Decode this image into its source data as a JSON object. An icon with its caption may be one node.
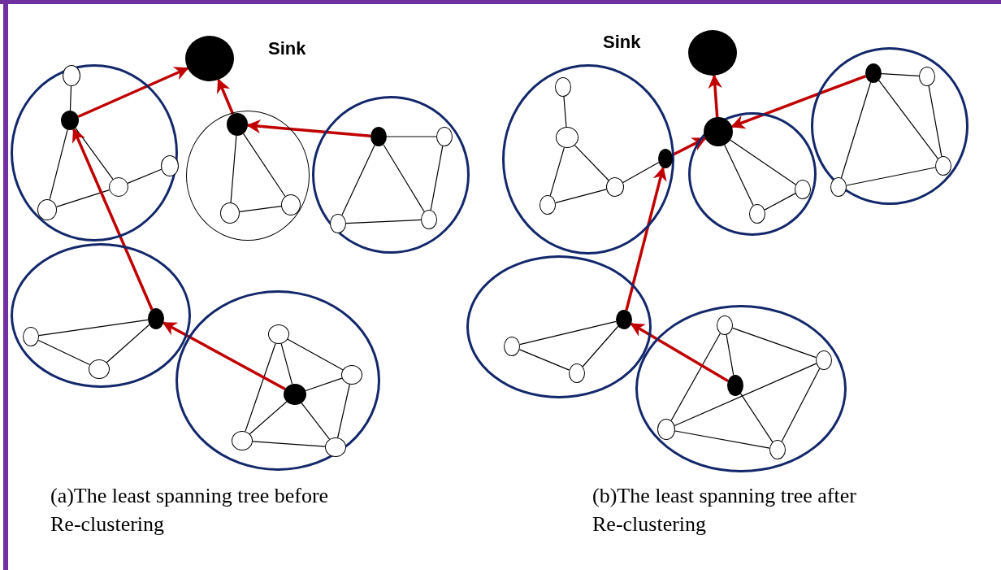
{
  "diagram": {
    "nodes": [
      {
        "text": [],
        "shape": "dot",
        "beside": [
          "Sink"
        ]
      },
      {
        "text": [],
        "shape": "circle"
      },
      {
        "text": [],
        "shape": "circle",
        "in": 1
      },
      {
        "text": [],
        "shape": "dot",
        "in": 1
      },
      {
        "text": [],
        "shape": "circle",
        "in": 1
      },
      {
        "text": [],
        "shape": "circle",
        "in": 1
      },
      {
        "text": [],
        "shape": "circle",
        "in": 1
      },
      {
        "text": [],
        "shape": "circle"
      },
      {
        "text": [],
        "shape": "dot",
        "in": 7
      },
      {
        "text": [],
        "shape": "circle",
        "in": 7
      },
      {
        "text": [],
        "shape": "circle",
        "in": 7
      },
      {
        "text": [],
        "shape": "circle"
      },
      {
        "text": [],
        "shape": "dot",
        "in": 11
      },
      {
        "text": [],
        "shape": "circle",
        "in": 11
      },
      {
        "text": [],
        "shape": "circle",
        "in": 11
      },
      {
        "text": [],
        "shape": "circle",
        "in": 11
      },
      {
        "text": [],
        "shape": "circle"
      },
      {
        "text": [],
        "shape": "dot",
        "in": 16
      },
      {
        "text": [],
        "shape": "circle",
        "in": 16
      },
      {
        "text": [],
        "shape": "circle",
        "in": 16
      },
      {
        "text": [],
        "shape": "circle"
      },
      {
        "text": [],
        "shape": "dot",
        "in": 20
      },
      {
        "text": [],
        "shape": "circle",
        "in": 20
      },
      {
        "text": [],
        "shape": "circle",
        "in": 20
      },
      {
        "text": [],
        "shape": "circle",
        "in": 20
      },
      {
        "text": [],
        "shape": "circle",
        "in": 20
      },
      {
        "text": [],
        "shape": "dot",
        "beside": [
          "Sink"
        ]
      },
      {
        "text": [],
        "shape": "circle"
      },
      {
        "text": [],
        "shape": "circle",
        "in": 27
      },
      {
        "text": [],
        "shape": "circle",
        "in": 27
      },
      {
        "text": [],
        "shape": "circle",
        "in": 27
      },
      {
        "text": [],
        "shape": "circle",
        "in": 27
      },
      {
        "text": [],
        "shape": "dot",
        "in": 27
      },
      {
        "text": [],
        "shape": "circle"
      },
      {
        "text": [],
        "shape": "dot",
        "in": 33
      },
      {
        "text": [],
        "shape": "circle",
        "in": 33
      },
      {
        "text": [],
        "shape": "circle",
        "in": 33
      },
      {
        "text": [],
        "shape": "circle"
      },
      {
        "text": [],
        "shape": "dot",
        "in": 37
      },
      {
        "text": [],
        "shape": "circle",
        "in": 37
      },
      {
        "text": [],
        "shape": "circle",
        "in": 37
      },
      {
        "text": [],
        "shape": "circle",
        "in": 37
      },
      {
        "text": [],
        "shape": "circle"
      },
      {
        "text": [],
        "shape": "dot",
        "in": 42
      },
      {
        "text": [],
        "shape": "circle",
        "in": 42
      },
      {
        "text": [],
        "shape": "circle",
        "in": 42
      },
      {
        "text": [],
        "shape": "circle"
      },
      {
        "text": [],
        "shape": "dot",
        "in": 46
      },
      {
        "text": [],
        "shape": "circle",
        "in": 46
      },
      {
        "text": [],
        "shape": "circle",
        "in": 46
      },
      {
        "text": [],
        "shape": "circle",
        "in": 46
      },
      {
        "text": [],
        "shape": "circle",
        "in": 46
      }
    ],
    "edges": [
      {
        "from": 2,
        "to": 3,
        "arrow": "none"
      },
      {
        "from": 3,
        "to": 6,
        "arrow": "none"
      },
      {
        "from": 3,
        "to": 4,
        "arrow": "none"
      },
      {
        "from": 6,
        "to": 4,
        "arrow": "none"
      },
      {
        "from": 4,
        "to": 5,
        "arrow": "none"
      },
      {
        "from": 8,
        "to": 9,
        "arrow": "none"
      },
      {
        "from": 8,
        "to": 10,
        "arrow": "none"
      },
      {
        "from": 9,
        "to": 10,
        "arrow": "none"
      },
      {
        "from": 12,
        "to": 13,
        "arrow": "none"
      },
      {
        "from": 12,
        "to": 14,
        "arrow": "none"
      },
      {
        "from": 12,
        "to": 15,
        "arrow": "none"
      },
      {
        "from": 13,
        "to": 15,
        "arrow": "none"
      },
      {
        "from": 14,
        "to": 15,
        "arrow": "none"
      },
      {
        "from": 17,
        "to": 18,
        "arrow": "none"
      },
      {
        "from": 18,
        "to": 19,
        "arrow": "none"
      },
      {
        "from": 19,
        "to": 17,
        "arrow": "none"
      },
      {
        "from": 22,
        "to": 21,
        "arrow": "none"
      },
      {
        "from": 22,
        "to": 23,
        "arrow": "none"
      },
      {
        "from": 22,
        "to": 24,
        "arrow": "none"
      },
      {
        "from": 21,
        "to": 23,
        "arrow": "none"
      },
      {
        "from": 21,
        "to": 24,
        "arrow": "none"
      },
      {
        "from": 21,
        "to": 25,
        "arrow": "none"
      },
      {
        "from": 23,
        "to": 25,
        "arrow": "none"
      },
      {
        "from": 24,
        "to": 25,
        "arrow": "none"
      },
      {
        "from": 3,
        "to": 0,
        "arrow": "to",
        "style": "thick",
        "color": "#c00000"
      },
      {
        "from": 8,
        "to": 0,
        "arrow": "to",
        "style": "thick",
        "color": "#c00000"
      },
      {
        "from": 12,
        "to": 8,
        "arrow": "to",
        "style": "thick",
        "color": "#c00000"
      },
      {
        "from": 17,
        "to": 3,
        "arrow": "to",
        "style": "thick",
        "color": "#c00000"
      },
      {
        "from": 21,
        "to": 17,
        "arrow": "to",
        "style": "thick",
        "color": "#c00000"
      },
      {
        "from": 28,
        "to": 29,
        "arrow": "none"
      },
      {
        "from": 29,
        "to": 30,
        "arrow": "none"
      },
      {
        "from": 29,
        "to": 31,
        "arrow": "none"
      },
      {
        "from": 31,
        "to": 30,
        "arrow": "none"
      },
      {
        "from": 30,
        "to": 32,
        "arrow": "none"
      },
      {
        "from": 34,
        "to": 35,
        "arrow": "none"
      },
      {
        "from": 34,
        "to": 36,
        "arrow": "none"
      },
      {
        "from": 35,
        "to": 36,
        "arrow": "none"
      },
      {
        "from": 38,
        "to": 39,
        "arrow": "none"
      },
      {
        "from": 38,
        "to": 40,
        "arrow": "none"
      },
      {
        "from": 38,
        "to": 41,
        "arrow": "none"
      },
      {
        "from": 39,
        "to": 40,
        "arrow": "none"
      },
      {
        "from": 41,
        "to": 40,
        "arrow": "none"
      },
      {
        "from": 43,
        "to": 44,
        "arrow": "none"
      },
      {
        "from": 44,
        "to": 45,
        "arrow": "none"
      },
      {
        "from": 45,
        "to": 43,
        "arrow": "none"
      },
      {
        "from": 48,
        "to": 47,
        "arrow": "none"
      },
      {
        "from": 48,
        "to": 49,
        "arrow": "none"
      },
      {
        "from": 48,
        "to": 50,
        "arrow": "none"
      },
      {
        "from": 49,
        "to": 50,
        "arrow": "none"
      },
      {
        "from": 47,
        "to": 51,
        "arrow": "none"
      },
      {
        "from": 49,
        "to": 51,
        "arrow": "none"
      },
      {
        "from": 50,
        "to": 51,
        "arrow": "none"
      },
      {
        "from": 34,
        "to": 26,
        "arrow": "to",
        "style": "thick",
        "color": "#c00000"
      },
      {
        "from": 38,
        "to": 34,
        "arrow": "to",
        "style": "thick",
        "color": "#c00000"
      },
      {
        "from": 32,
        "to": 34,
        "arrow": "to",
        "style": "thick",
        "color": "#c00000"
      },
      {
        "from": 43,
        "to": 32,
        "arrow": "to",
        "style": "thick",
        "color": "#c00000"
      },
      {
        "from": 47,
        "to": 43,
        "arrow": "to",
        "style": "thick",
        "color": "#c00000"
      }
    ],
    "labels": [
      "(a)The least spanning tree before Re-clustering",
      "(b)The least spanning tree after Re-clustering"
    ]
  }
}
